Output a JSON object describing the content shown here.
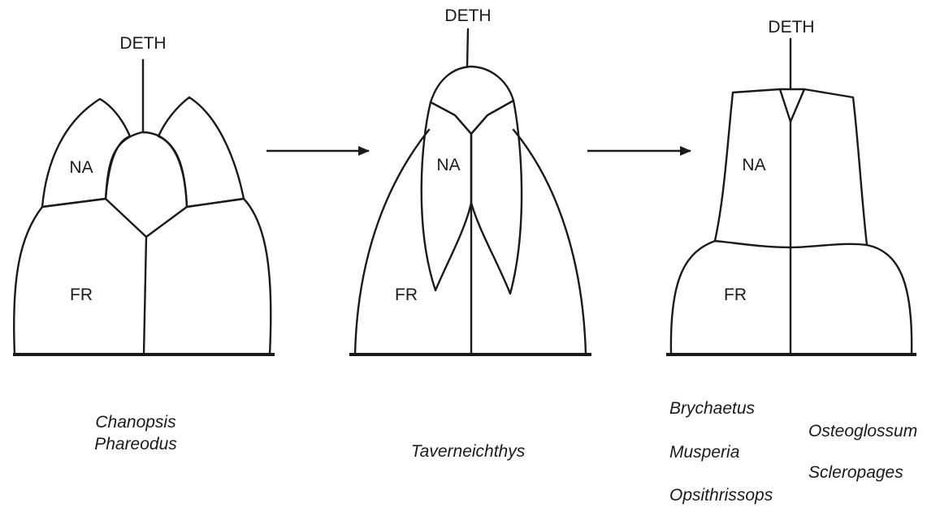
{
  "panels": [
    {
      "labels": {
        "deth": "DETH",
        "na": "NA",
        "fr": "FR"
      },
      "taxa": [
        "Chanopsis",
        "Phareodus"
      ]
    },
    {
      "labels": {
        "deth": "DETH",
        "na": "NA",
        "fr": "FR"
      },
      "taxa": [
        "Taverneichthys"
      ]
    },
    {
      "labels": {
        "deth": "DETH",
        "na": "NA",
        "fr": "FR"
      },
      "taxa": [
        "Brychaetus",
        "Musperia",
        "Opsithrissops",
        "Osteoglossum",
        "Scleropages"
      ]
    }
  ]
}
